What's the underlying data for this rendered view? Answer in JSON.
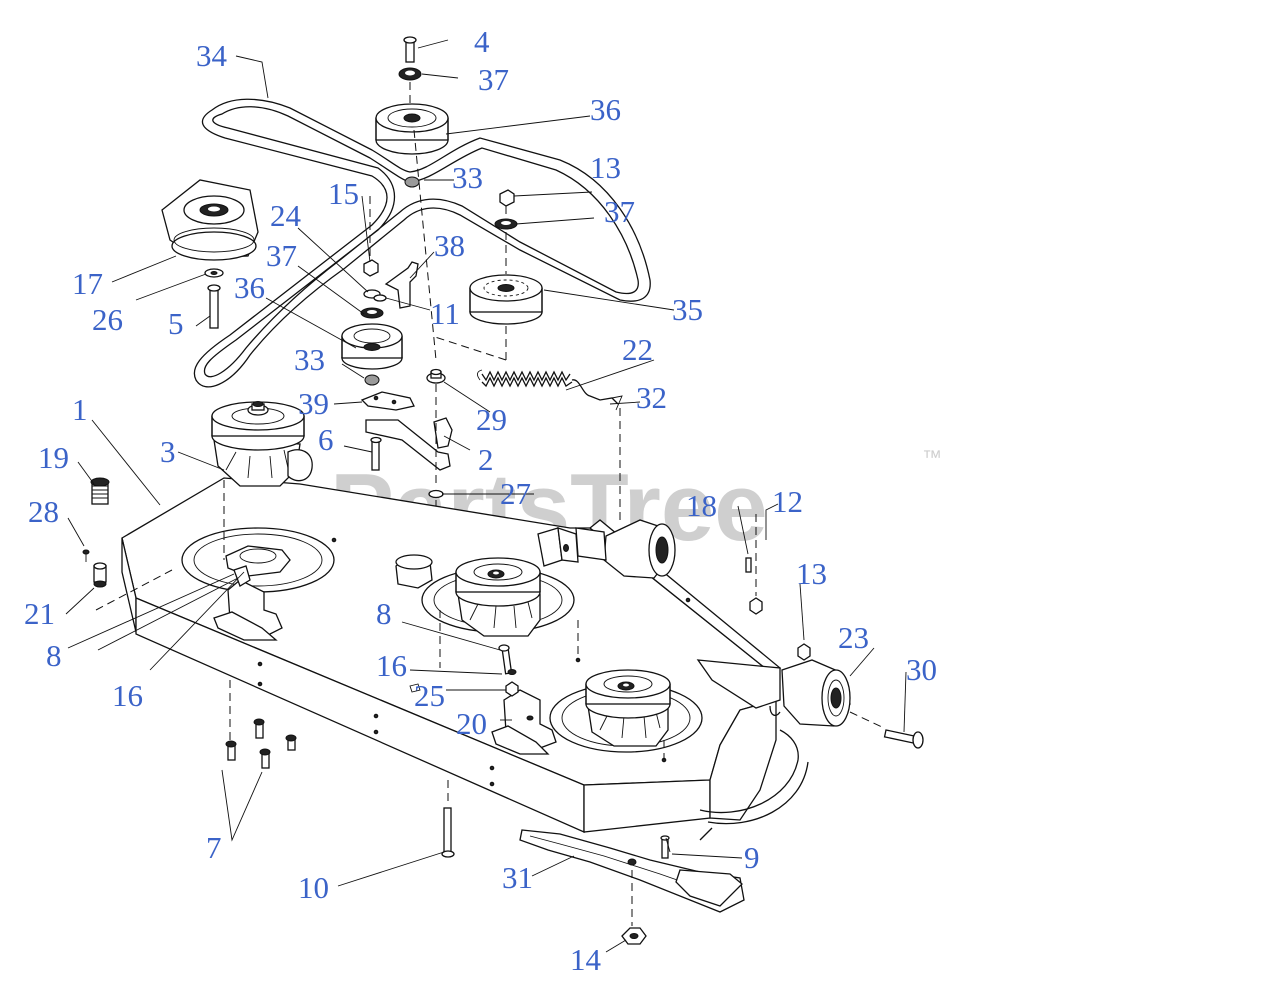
{
  "watermark": {
    "text": "PartsTree",
    "trademark": "™"
  },
  "callouts": [
    {
      "id": "1",
      "label": "1"
    },
    {
      "id": "2",
      "label": "2"
    },
    {
      "id": "3",
      "label": "3"
    },
    {
      "id": "4",
      "label": "4"
    },
    {
      "id": "5",
      "label": "5"
    },
    {
      "id": "6",
      "label": "6"
    },
    {
      "id": "7",
      "label": "7"
    },
    {
      "id": "8a",
      "label": "8"
    },
    {
      "id": "8b",
      "label": "8"
    },
    {
      "id": "9",
      "label": "9"
    },
    {
      "id": "10",
      "label": "10"
    },
    {
      "id": "11",
      "label": "11"
    },
    {
      "id": "12",
      "label": "12"
    },
    {
      "id": "13a",
      "label": "13"
    },
    {
      "id": "13b",
      "label": "13"
    },
    {
      "id": "14",
      "label": "14"
    },
    {
      "id": "15",
      "label": "15"
    },
    {
      "id": "16a",
      "label": "16"
    },
    {
      "id": "16b",
      "label": "16"
    },
    {
      "id": "17",
      "label": "17"
    },
    {
      "id": "18",
      "label": "18"
    },
    {
      "id": "19",
      "label": "19"
    },
    {
      "id": "20",
      "label": "20"
    },
    {
      "id": "21",
      "label": "21"
    },
    {
      "id": "22",
      "label": "22"
    },
    {
      "id": "23",
      "label": "23"
    },
    {
      "id": "24",
      "label": "24"
    },
    {
      "id": "25",
      "label": "25"
    },
    {
      "id": "26",
      "label": "26"
    },
    {
      "id": "27",
      "label": "27"
    },
    {
      "id": "28",
      "label": "28"
    },
    {
      "id": "29",
      "label": "29"
    },
    {
      "id": "30",
      "label": "30"
    },
    {
      "id": "31",
      "label": "31"
    },
    {
      "id": "32",
      "label": "32"
    },
    {
      "id": "33a",
      "label": "33"
    },
    {
      "id": "33b",
      "label": "33"
    },
    {
      "id": "34",
      "label": "34"
    },
    {
      "id": "35",
      "label": "35"
    },
    {
      "id": "36a",
      "label": "36"
    },
    {
      "id": "36b",
      "label": "36"
    },
    {
      "id": "37a",
      "label": "37"
    },
    {
      "id": "37b",
      "label": "37"
    },
    {
      "id": "37c",
      "label": "37"
    },
    {
      "id": "38",
      "label": "38"
    },
    {
      "id": "39",
      "label": "39"
    }
  ],
  "colors": {
    "callout": "#3b63c8",
    "watermark": "#cfcfcf",
    "linework": "#111111"
  }
}
